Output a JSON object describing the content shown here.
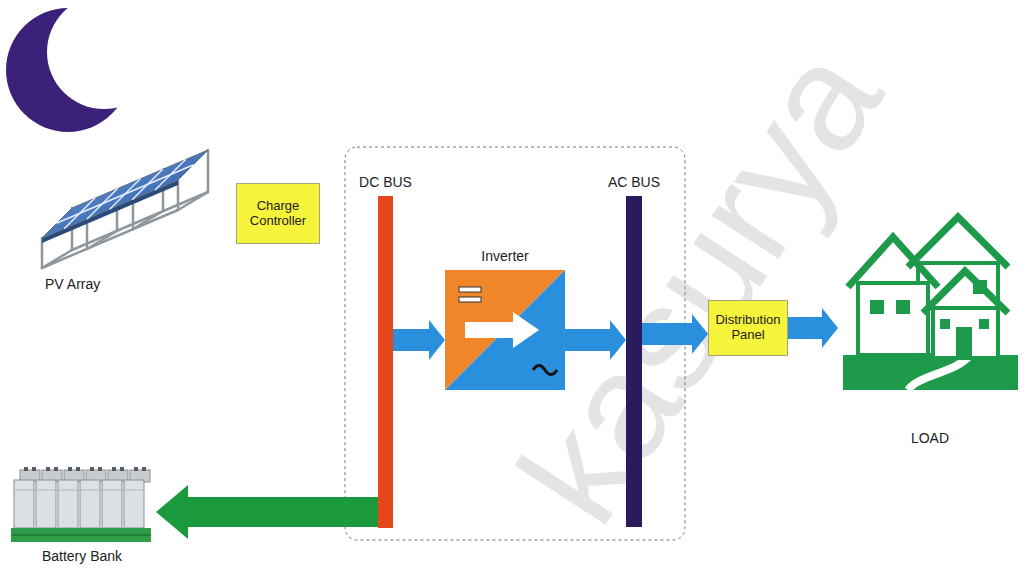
{
  "diagram": {
    "nodes": [
      {
        "text": [
          "PV Array"
        ]
      },
      {
        "text": [
          "Charge Controller"
        ]
      },
      {
        "text": [
          "DC BUS"
        ]
      },
      {
        "text": [
          "Inverter"
        ]
      },
      {
        "text": [
          "AC BUS"
        ]
      },
      {
        "text": [
          "Distribution Panel"
        ]
      },
      {
        "text": [
          "LOAD"
        ]
      },
      {
        "text": [
          "Battery Bank"
        ]
      }
    ],
    "edges": [
      {
        "from": 2,
        "to": 3,
        "arrow": "to"
      },
      {
        "from": 3,
        "to": 4,
        "arrow": "to"
      },
      {
        "from": 4,
        "to": 5,
        "arrow": "to"
      },
      {
        "from": 5,
        "to": 6,
        "arrow": "to"
      },
      {
        "from": 2,
        "to": 7,
        "arrow": "to"
      }
    ],
    "labels": [
      "kasurya"
    ]
  }
}
